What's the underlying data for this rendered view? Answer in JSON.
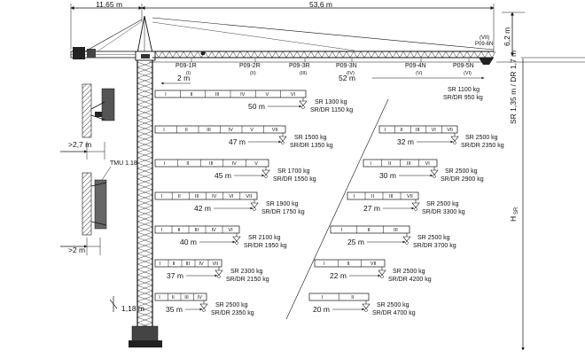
{
  "dimensions": {
    "counter_jib": "11,65 m",
    "total_jib": "53,6 m",
    "tip_height": "6,2 m",
    "jib_52": "52 m",
    "trolley_offset": "2 m",
    "sr_dr_height": "SR 1,35 m / DR 1,7 m",
    "h_label": "H",
    "h_sub": "SR",
    "mast_width": "1,18 m",
    "tie_dist_1": ">2,7 m",
    "tie_dist_2": ">2 m",
    "tmu": "TMU 1.18"
  },
  "sections": [
    {
      "code": "P09-1R",
      "roman": "(I)"
    },
    {
      "code": "P09-2R",
      "roman": "(II)"
    },
    {
      "code": "P09-3R",
      "roman": "(III)"
    },
    {
      "code": "P09-3N",
      "roman": "(IV)"
    },
    {
      "code": "P09-4N",
      "roman": "(V)"
    },
    {
      "code": "P09-5N",
      "roman": "(VI)"
    },
    {
      "code": "P09-6N",
      "roman": "(VII)"
    }
  ],
  "main_load": {
    "sr": "SR  1100 kg",
    "dr": "SR/DR  950 kg"
  },
  "configs_left": [
    {
      "reach": "50 m",
      "sr": "SR  1300 kg",
      "dr": "SR/DR  1150 kg",
      "segs": [
        "I",
        "II",
        "III",
        "IV",
        "V",
        "VI"
      ]
    },
    {
      "reach": "47 m",
      "sr": "SR  1500 kg",
      "dr": "SR/DR  1350 kg",
      "segs": [
        "I",
        "II",
        "III",
        "IV",
        "V",
        "VII"
      ]
    },
    {
      "reach": "45 m",
      "sr": "SR  1700 kg",
      "dr": "SR/DR  1550 kg",
      "segs": [
        "I",
        "II",
        "III",
        "IV",
        "V"
      ]
    },
    {
      "reach": "42 m",
      "sr": "SR  1900 kg",
      "dr": "SR/DR  1750 kg",
      "segs": [
        "I",
        "II",
        "III",
        "IV",
        "VI",
        "VII"
      ]
    },
    {
      "reach": "40 m",
      "sr": "SR  2100 kg",
      "dr": "SR/DR  1950 kg",
      "segs": [
        "I",
        "II",
        "III",
        "IV",
        "VI"
      ]
    },
    {
      "reach": "37 m",
      "sr": "SR  2300 kg",
      "dr": "SR/DR  2150 kg",
      "segs": [
        "I",
        "II",
        "III",
        "IV",
        "VII"
      ]
    },
    {
      "reach": "35 m",
      "sr": "SR  2500 kg",
      "dr": "SR/DR  2350 kg",
      "segs": [
        "I",
        "II",
        "III",
        "IV"
      ]
    }
  ],
  "configs_right": [
    {
      "reach": "32 m",
      "sr": "SR  2500 kg",
      "dr": "SR/DR  2350 kg",
      "segs": [
        "I",
        "II",
        "III",
        "VI",
        "VII"
      ]
    },
    {
      "reach": "30 m",
      "sr": "SR  2500 kg",
      "dr": "SR/DR  2900 kg",
      "segs": [
        "I",
        "II",
        "III",
        "VI"
      ]
    },
    {
      "reach": "27 m",
      "sr": "SR  2500 kg",
      "dr": "SR/DR  3300 kg",
      "segs": [
        "I",
        "II",
        "III",
        "VII"
      ]
    },
    {
      "reach": "25 m",
      "sr": "SR  2500 kg",
      "dr": "SR/DR  3700 kg",
      "segs": [
        "I",
        "II",
        "III"
      ]
    },
    {
      "reach": "22 m",
      "sr": "SR  2500 kg",
      "dr": "SR/DR  4200 kg",
      "segs": [
        "I",
        "II",
        "VII"
      ]
    },
    {
      "reach": "20 m",
      "sr": "SR  2500 kg",
      "dr": "SR/DR  4700 kg",
      "segs": [
        "I",
        "II"
      ]
    }
  ]
}
